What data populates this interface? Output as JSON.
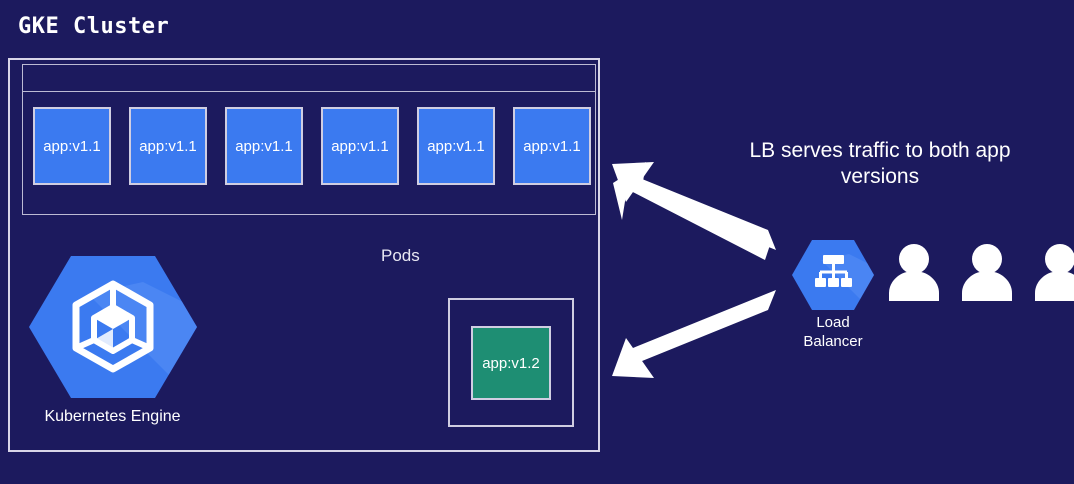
{
  "diagram": {
    "title": "GKE Cluster",
    "background_color": "#1c1a5e",
    "pod_blue": "#3b7af0",
    "pod_green": "#1e8e73",
    "border_color": "#d8d6e8",
    "arrow_color": "#ffffff"
  },
  "cluster": {
    "pods_label": "Pods",
    "pods_v1": [
      {
        "label": "app:v1.1"
      },
      {
        "label": "app:v1.1"
      },
      {
        "label": "app:v1.1"
      },
      {
        "label": "app:v1.1"
      },
      {
        "label": "app:v1.1"
      },
      {
        "label": "app:v1.1"
      }
    ],
    "canary_pod": {
      "label": "app:v1.2"
    },
    "engine": {
      "caption": "Kubernetes Engine",
      "icon": "kubernetes-engine-hexagon-icon"
    }
  },
  "traffic": {
    "caption_line1": "LB serves traffic to both app",
    "caption_line2": "versions",
    "arrow_up_name": "arrow-to-v1-1-pods",
    "arrow_down_name": "arrow-to-v1-2-pod"
  },
  "load_balancer": {
    "caption_line1": "Load",
    "caption_line2": "Balancer",
    "icon": "load-balancer-hierarchy-icon"
  },
  "users": {
    "icon": "user-person-icon",
    "count": 3
  }
}
